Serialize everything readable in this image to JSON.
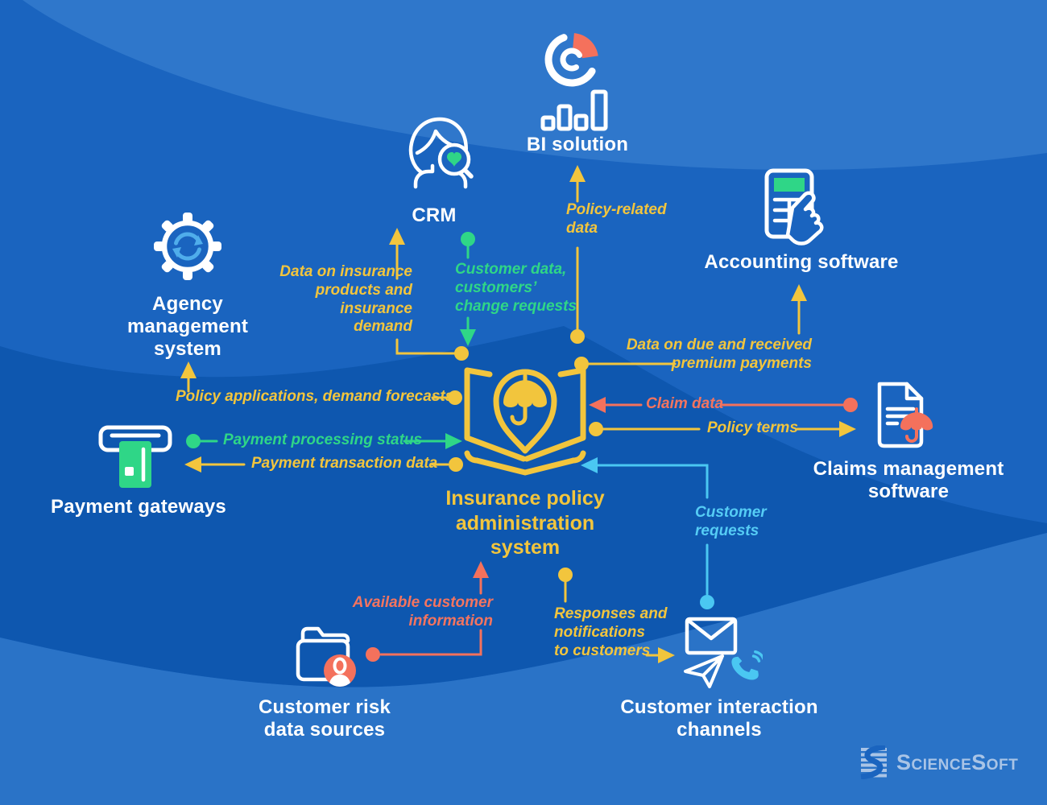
{
  "colors": {
    "background": "#1A64BF",
    "wave_light": "#2F77CB",
    "wave_dark": "#0E57AF",
    "wave_bottom": "#2A73C7",
    "yellow": "#F2C53D",
    "green": "#2FD687",
    "red": "#F4715C",
    "cyan": "#4AC7F2",
    "white": "#FFFFFF",
    "logo": "#A9C4E6"
  },
  "center_node": {
    "lines": [
      "Insurance policy",
      "administration",
      "system"
    ]
  },
  "nodes": {
    "bi": {
      "label": "BI solution"
    },
    "crm": {
      "label": "CRM"
    },
    "accounting": {
      "label": "Accounting software"
    },
    "agency": {
      "lines": [
        "Agency",
        "management",
        "system"
      ]
    },
    "payment": {
      "label": "Payment gateways"
    },
    "claims": {
      "lines": [
        "Claims management",
        "software"
      ]
    },
    "risk": {
      "lines": [
        "Customer risk",
        "data sources"
      ]
    },
    "interaction": {
      "lines": [
        "Customer interaction",
        "channels"
      ]
    }
  },
  "connections": {
    "policy_related": {
      "lines": [
        "Policy-related",
        "data"
      ]
    },
    "insurance_products": {
      "lines": [
        "Data on insurance",
        "products and",
        "insurance",
        "demand"
      ]
    },
    "customer_data": {
      "lines": [
        "Customer data,",
        "customers’",
        "change requests"
      ]
    },
    "premium_payments": {
      "lines": [
        "Data on due and received",
        "premium payments"
      ]
    },
    "claim_data": {
      "label": "Claim data"
    },
    "policy_terms": {
      "label": "Policy terms"
    },
    "policy_applications": {
      "label": "Policy applications, demand forecasts"
    },
    "processing_status": {
      "label": "Payment processing status"
    },
    "transaction_data": {
      "label": "Payment transaction data"
    },
    "available_info": {
      "lines": [
        "Available customer",
        "information"
      ]
    },
    "responses": {
      "lines": [
        "Responses and",
        "notifications",
        "to customers"
      ]
    },
    "customer_requests": {
      "lines": [
        "Customer",
        "requests"
      ]
    }
  },
  "logo": {
    "text": "ScienceSoft"
  }
}
